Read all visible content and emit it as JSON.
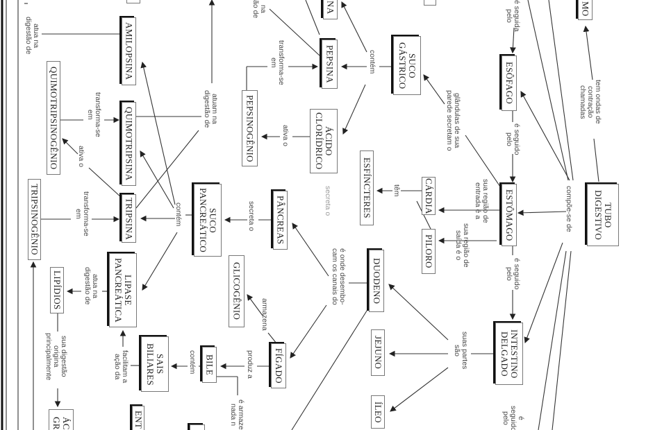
{
  "nodes": {
    "tubo_digestivo": "TUBO\nDIGESTIVO",
    "peristaltismo": "MO",
    "esofago": "ESÔFAGO",
    "estomago": "ESTÔMAGO",
    "intestino_delgado": "INTESTINO\nDELGADO",
    "suco_gastrico": "SUCO\nGÁSTRICO",
    "pepsina": "PEPSINA",
    "na_top": "NA",
    "acido_cloridrico": "ÁCIDO\nCLORÍDRICO",
    "pepsinogenio": "PEPSINOGÊNIO",
    "cardia": "CÁRDIA",
    "piloro": "PILORO",
    "esfincteres": "ESFÍNCTERES",
    "duodeno": "DUODENO",
    "jejuno": "JEJUNO",
    "ileo": "ÍLEO",
    "pancreas": "PÂNCREAS",
    "suco_pancreatico": "SUCO\nPANCREÁTICO",
    "glicogenio": "GLICOGÊNIO",
    "figado": "FÍGADO",
    "bile": "BILE",
    "sais_biliares": "SAIS\nBILIARES",
    "lipase_pancreatica": "LIPASE\nPANCREÁTICA",
    "lipidios": "LIPÍDIOS",
    "acidos_graxos": "ÁC\nGR",
    "ent": "ENT",
    "tripsinogenio": "TRIPSINOGÊNIO",
    "tripsina": "TRIPSINA",
    "quimotripsina": "QUIMOTRIPSINA",
    "quimotripsinogenio": "QUIMOTRIPSINOGÊNIO",
    "amilopsina": "AMILOPSINA"
  },
  "links": {
    "tem_ondas": "tem ondas de\ncontração\nchamadas",
    "seguida_pelo": "é seguida\npelo",
    "seguido_pelo_1": "é seguido\npelo",
    "compoe_se": "compõe-se de",
    "glandulas": "glândulas de sua\nparede secretam o",
    "regiao_entrada": "sua região de\nentrada é a",
    "regiao_saida": "sua região de\nsaída é o",
    "seguido_pelo_2": "é seguido\npelo",
    "seguido_pelo_3": "é seguido\npelo",
    "suas_partes": "suas partes\nsão",
    "tem": "têm",
    "secreta_gray": "secreta o",
    "desembocam": "é onde desembo-\ncam os canais do",
    "contem_gastrico": "contém",
    "ativa_pepsinogenio": "ativa o",
    "transforma_pepsina": "transforma-se\nem",
    "atua_top": "na\não de",
    "secreta_pancreas": "secreta o",
    "armazena": "armazena",
    "produz": "produz a",
    "contem_bile": "contém",
    "armazenada": "é armaze\nnada n",
    "facilitam": "facilitam a\nação da",
    "contem_pancreatico": "contém",
    "atuam_na": "atuam na\ndigestão de",
    "transforma_quimo": "transforma-se\nem",
    "ativa_quimo": "ativa o",
    "transforma_trip": "transforma-se\nem",
    "atua_lipidios": "atua na\ndigestão de",
    "sua_digestao": "sua digestão\norigina\nprincipalmente",
    "atua_amilo": "atua na\ndigestão de"
  }
}
